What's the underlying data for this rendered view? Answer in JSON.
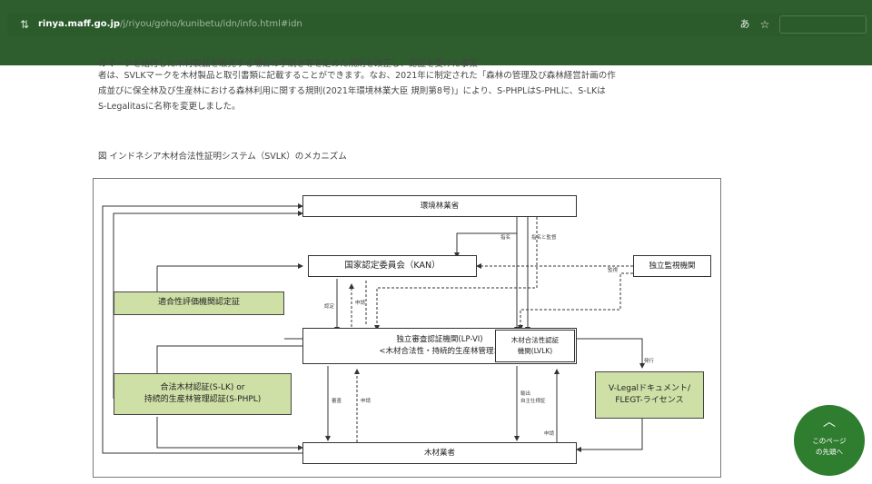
{
  "browser": {
    "url_host": "rinya.maff.go.jp",
    "url_path": "/j/riyou/goho/kunibetu/idn/info.html#idn"
  },
  "article": {
    "paragraph_lines": [
      "のマークを貼付した木材製品を販売する場合の手続き等を定めた規則を改正し、認証を受けた事業",
      "者は、SVLKマークを木材製品と取引書類に記載することができます。なお、2021年に制定された「森林の管理及び森林経営計画の作",
      "成並びに保全林及び生産林における森林利用に関する規則(2021年環境林業大臣 規則第8号)」により、S-PHPLはS-PHLに、S-LKは",
      "S-Legalitasに名称を変更しました。"
    ],
    "figure_caption": "図 インドネシア木材合法性証明システム（SVLK）のメカニズム"
  },
  "diagram": {
    "boxes": {
      "kankyo": [
        "環境林業省"
      ],
      "kan": [
        "国家認定委員会（KAN）"
      ],
      "monitor": [
        "独立監視機関"
      ],
      "tekigo": [
        "適合性評価機関認定証"
      ],
      "lpvi": [
        "独立審査認証機関(LP-VI)",
        "<木材合法性・持続的生産林管理>"
      ],
      "lvlk": [
        "木材合法性認証",
        "機関(LVLK)"
      ],
      "slk": [
        "合法木材認証(S-LK) or",
        "持続的生産林管理認証(S-PHPL)"
      ],
      "vlegal": [
        "V-Legalドキュメント/",
        "FLEGT-ライセンス"
      ],
      "mokuzai": [
        "木材業者"
      ]
    },
    "edge_labels": {
      "shimei": "指名",
      "shimei_kantoku": "指名と監督",
      "kanshi": "監視",
      "nintei": "認定",
      "shinsei1": "申請",
      "shinsa": "審査",
      "shinsei2": "申請",
      "hakko": "発行",
      "yushutsu": "輸出\n自主仕様証",
      "shinsei3": "申請"
    }
  },
  "page_top": {
    "line1": "このページ",
    "line2": "の先頭へ"
  }
}
